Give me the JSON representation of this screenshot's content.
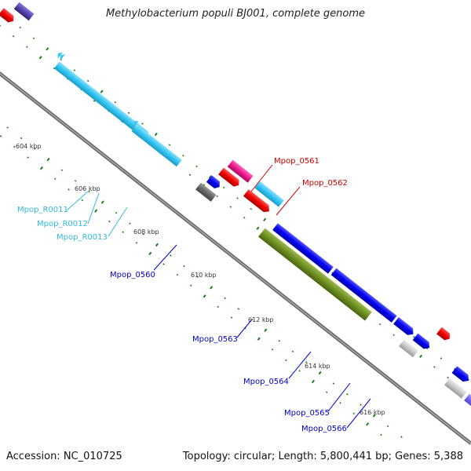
{
  "title": "Methylobacterium populi BJ001, complete genome",
  "footer": {
    "accession": "Accession: NC_010725",
    "summary": "Topology: circular; Length: 5,800,441 bp; Genes: 5,388"
  },
  "colors": {
    "background": "#ffffff",
    "backbone": "#888888",
    "tick": "#1e7d1e",
    "label_blue": "#0000cc",
    "label_cyan": "#33bbdd",
    "label_red": "#cc0000",
    "label_kbp": "#333333"
  },
  "kbp_labels": [
    "604 kbp",
    "606 kbp",
    "608 kbp",
    "610 kbp",
    "612 kbp",
    "614 kbp",
    "616 kbp"
  ],
  "gene_labels": [
    {
      "text": "Mpop_0561",
      "color": "red"
    },
    {
      "text": "Mpop_0562",
      "color": "red"
    },
    {
      "text": "Mpop_R0011",
      "color": "cyan"
    },
    {
      "text": "Mpop_R0012",
      "color": "cyan"
    },
    {
      "text": "Mpop_R0013",
      "color": "cyan"
    },
    {
      "text": "Mpop_0560",
      "color": "blue"
    },
    {
      "text": "Mpop_0563",
      "color": "blue"
    },
    {
      "text": "Mpop_0564",
      "color": "blue"
    },
    {
      "text": "Mpop_0565",
      "color": "blue"
    },
    {
      "text": "Mpop_0566",
      "color": "blue"
    }
  ]
}
